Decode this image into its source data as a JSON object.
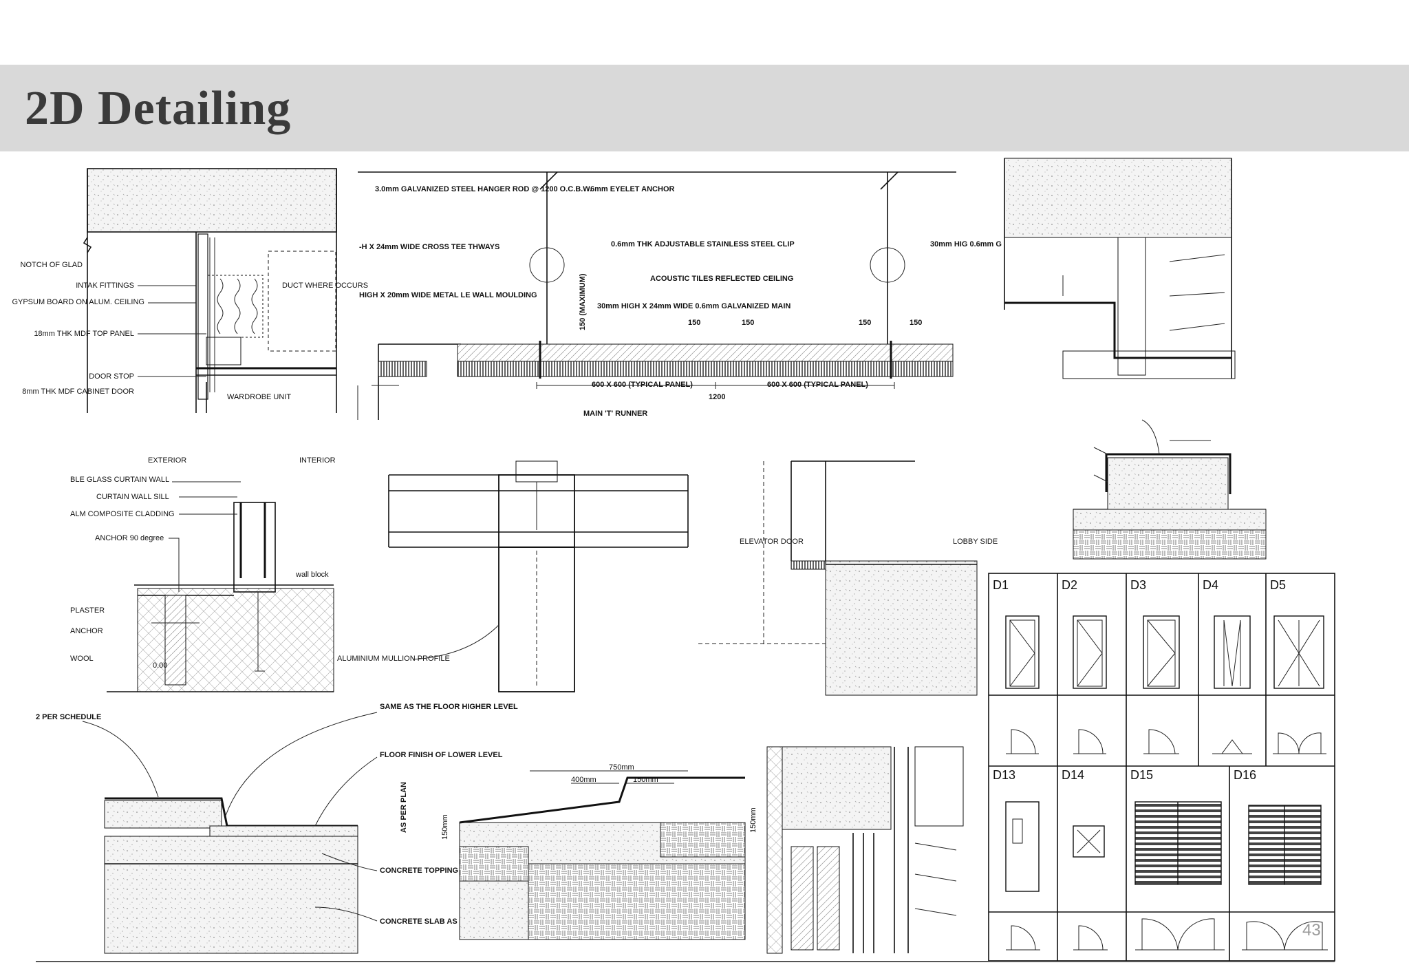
{
  "slide": {
    "title": "2D Detailing",
    "page_number": "43"
  },
  "drawings": {
    "wardrobe": {
      "labels": [
        "NOTCH OF GLAD",
        "INTAK FITTINGS",
        "GYPSUM BOARD ON ALUM. CEILING",
        "18mm THK MDF TOP PANEL",
        "DOOR STOP",
        "8mm THK MDF CABINET DOOR",
        "DUCT WHERE OCCURS",
        "WARDROBE UNIT"
      ]
    },
    "ceiling": {
      "labels": [
        "3.0mm GALVANIZED STEEL HANGER ROD @ 1200 O.C.B.W.",
        "6mm EYELET ANCHOR",
        "-H X 24mm WIDE CROSS TEE THWAYS",
        "0.6mm THK ADJUSTABLE STAINLESS STEEL CLIP",
        "30mm HIG 0.6mm G",
        "ACOUSTIC TILES REFLECTED CEILING",
        "HIGH X 20mm WIDE METAL LE WALL MOULDING",
        "30mm HIGH X 24mm WIDE 0.6mm GALVANIZED MAIN",
        "150 (MAXIMUM)",
        "150",
        "150",
        "150",
        "150",
        "600 X 600 (TYPICAL PANEL)",
        "600 X 600 (TYPICAL PANEL)",
        "1200",
        "MAIN 'T' RUNNER"
      ]
    },
    "curtain_wall": {
      "labels": [
        "EXTERIOR",
        "INTERIOR",
        "BLE GLASS CURTAIN WALL",
        "CURTAIN WALL SILL",
        "ALM COMPOSITE CLADDING",
        "ANCHOR 90 degree",
        "wall block",
        "PLASTER",
        "ANCHOR",
        "WOOL",
        "0.00"
      ]
    },
    "mullion": {
      "labels": [
        "ALUMINIUM MULLION PROFILE"
      ]
    },
    "elevator": {
      "labels": [
        "ELEVATOR DOOR",
        "LOBBY SIDE"
      ]
    },
    "floor_step": {
      "labels": [
        "2 PER SCHEDULE",
        "SAME AS THE FLOOR HIGHER LEVEL",
        "FLOOR FINISH OF LOWER LEVEL",
        "AS PER PLAN",
        "CONCRETE TOPPING",
        "CONCRETE SLAB AS STRUCTURAL DRAW"
      ]
    },
    "ramp": {
      "labels": [
        "750mm",
        "400mm",
        "150mm",
        "150mm",
        "150mm"
      ]
    },
    "door_schedule": {
      "row1": [
        "D1",
        "D2",
        "D3",
        "D4",
        "D5"
      ],
      "row2": [
        "D13",
        "D14",
        "D15",
        "D16"
      ]
    }
  }
}
